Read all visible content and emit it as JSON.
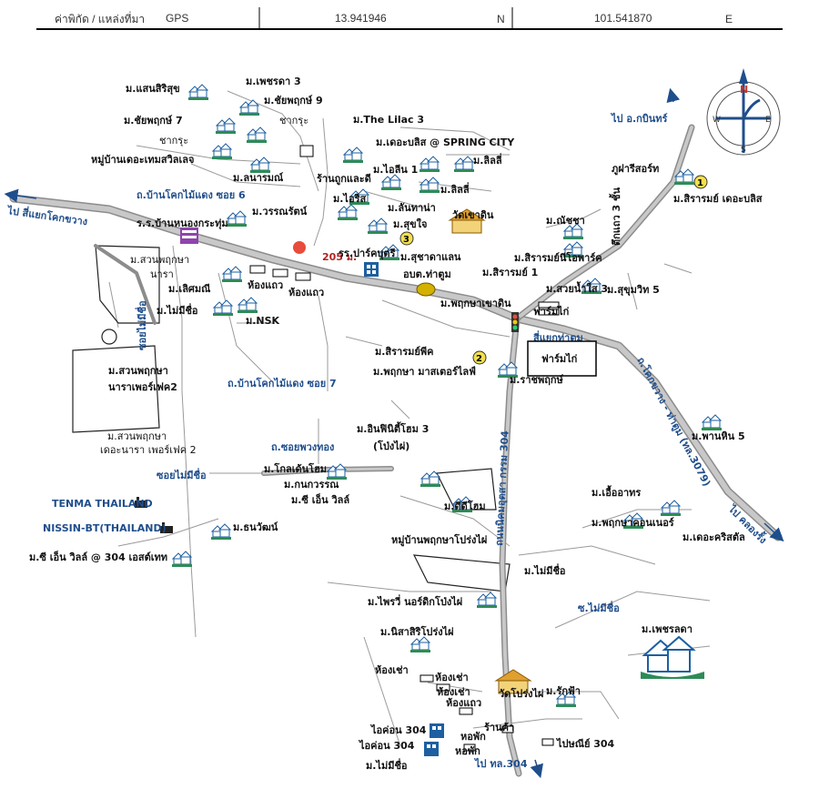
{
  "header": {
    "coord_label": "ค่าพิกัด / แหล่งที่มา",
    "source": "GPS",
    "lat": "13.941946",
    "lat_dir": "N",
    "lon": "101.541870",
    "lon_dir": "E"
  },
  "compass": {
    "n": "N",
    "s": "S",
    "e": "E",
    "w": "W"
  },
  "roads": {
    "to_kabin": "ไป อ.กบินทร์",
    "to_sieyaek": "ไป สี่แยกโคกขวาง",
    "to_khlong": "ไป คลองรั้ง",
    "to_304": "ไป ทล.304",
    "soi6": "ถ.บ้านโคกไม้แดง ซอย 6",
    "soi7": "ถ.บ้านโคกไม้แดง ซอย 7",
    "phuangthong": "ถ.ซอยพวงทอง",
    "soi_no_name_v": "ซอยไม่มีชื่อ",
    "soi_no_name_h": "ซอยไม่มีชื่อ",
    "kromsen": "ถนนนิคมอุตสา กรรม 304",
    "khokkhwang": "ถ.โคกขวาง - ท่าตูม (ทล.3079)",
    "so_no_name": "ซ.ไม่มีชื่อ",
    "distance": "205 ม.",
    "junction": "สี่แยกท่าตูม"
  },
  "places": {
    "saensirisuk": "ม.แสนสิริสุข",
    "phetcharada": "ม.เพชรดา 3",
    "chaiyaphruek9": "ม.ชัยพฤกษ์ 9",
    "chaiyaphruek7": "ม.ชัยพฤกษ์ 7",
    "chakrung1": "ชากรุะ",
    "chakrung2": "ชากรุะ",
    "deetemsville": "หมู่บ้านเดอะเทมสวิลเลจ",
    "lilac": "ม.The Lilac 3",
    "springcity": "ม.เดอะบลิส @ SPRING CITY",
    "lilly1": "ม.ลิลลี่",
    "lilly2": "ม.ลิลลี่",
    "lanarom": "ม.ลนารมณ์",
    "shop": "ร้านถูกและดี",
    "ilean1": "ม.ไอลีน 1",
    "iris": "ม.ไอริส",
    "wannarat": "ม.วรรณรัตน์",
    "lanthana": "ม.ลันทาน่า",
    "suksai": "ม.สุขใจ",
    "school": "ร.ร.บ้านหนองกระทุ่ม",
    "watkhaodin": "วัดเขาดิน",
    "parkbutri": "รร.ปาร์คบุตรี",
    "suchadalan": "ม.สุชาดาแลน",
    "obt": "อบต.ท่าตูม",
    "suanphruksa": "ม.สวนพฤกษา",
    "nara": "นารา",
    "lersmanee": "ม.เลิศมณี",
    "hongthaeo1": "ห้องแถว",
    "hongthaeo2": "ห้องแถว",
    "nomname1": "ม.ไม่มีชื่อ",
    "nsk": "ม.NSK",
    "phurisort": "ภูฝารีสอร์ท",
    "sirarom_bliss": "ม.สิรารมย์ เดอะบลิส",
    "tuekthaeo": "ตึกแถว 3 ชั้น",
    "natcha": "ม.ณัชชา",
    "siramnipark": "ม.สิรารมย์นีโอพาร์ค",
    "siraram1": "ม.สิรารมย์ 1",
    "suayrnamsai": "ม.สวยน้ำใส 3",
    "sukhumvit5": "ม.สุขุมวิท 5",
    "phruksakhaodin": "ม.พฤกษาเขาดิน",
    "farmkai1": "ฟาร์มไก่",
    "farmkai2": "ฟาร์มไก่",
    "sirarampic": "ม.สิรารมย์พีค",
    "phruksamaster": "ม.พฤกษา มาสเตอร์ไลฟ์",
    "ratchaphruek": "ม.ราชพฤกษ์",
    "suanphruksa_perfect2": "ม.สวนพฤกษา",
    "nara_perfect2": "นาราเพอร์เฟค2",
    "suanphruksa3": "ม.สวนพฤกษา",
    "dee_nara_perfect2": "เดอะนารา เพอร์เฟค 2",
    "infinity": "ม.อินฟินิตี้โฮม 3",
    "pongphai_p": "(โป่งไผ่)",
    "phanhin5": "ม.พานหิน 5",
    "tenma": "TENMA THAILAND",
    "nissin": "NISSIN-BT(THAILAND)",
    "golden": "ม.โกลเด้นโฮม",
    "kanokwan": "ม.กนกวรรณ",
    "cn_villa": "ม.ซี เอ็น วิลล์",
    "eua_arthorn": "ม.เอื้ออาทร",
    "phruksa_condo": "ม.พฤกษาคอนเนอร์",
    "dee_christal": "ม.เดอะคริสตัล",
    "deedeehome": "ม.ดีดีโฮม",
    "thanawat": "ม.ธนวัฒน์",
    "cn_villa304": "ม.ซี เอ็น วิลล์ @ 304 เอสต์เทท",
    "mb_pongphai": "หมู่บ้านพฤกษาโปร่งไผ่",
    "nomname2": "ม.ไม่มีชื่อ",
    "phrai_north": "ม.ไพรวี่ นอร์ดิกโป่งไผ่",
    "phetlada": "ม.เพชรลดา",
    "nisasiri": "ม.นิสาสิริโปร่งไผ่",
    "hongchao1": "ห้องเช่า",
    "hongchao2": "ห้องเช่า",
    "hongchao3": "ห้องเช่า",
    "hongthaeo3": "ห้องแถว",
    "watpongphai": "วัดโปร่งไผ่",
    "rakfa": "ม.รักฟ้า",
    "icon304a": "ไอค่อน 304",
    "icon304b": "ไอค่อน 304",
    "shop2": "ร้านค้า",
    "hophak1": "หอพัก",
    "hophak2": "หอพัก",
    "post304": "ไปษณีย์ 304",
    "nomname3": "ม.ไม่มีชื่อ"
  },
  "markers": {
    "m1": "1",
    "m2": "2",
    "m3": "3"
  },
  "colors": {
    "road": "#a9a9a9",
    "road_edge": "#777777",
    "accent": "#1f4e8c",
    "house": "#2e8b57"
  }
}
